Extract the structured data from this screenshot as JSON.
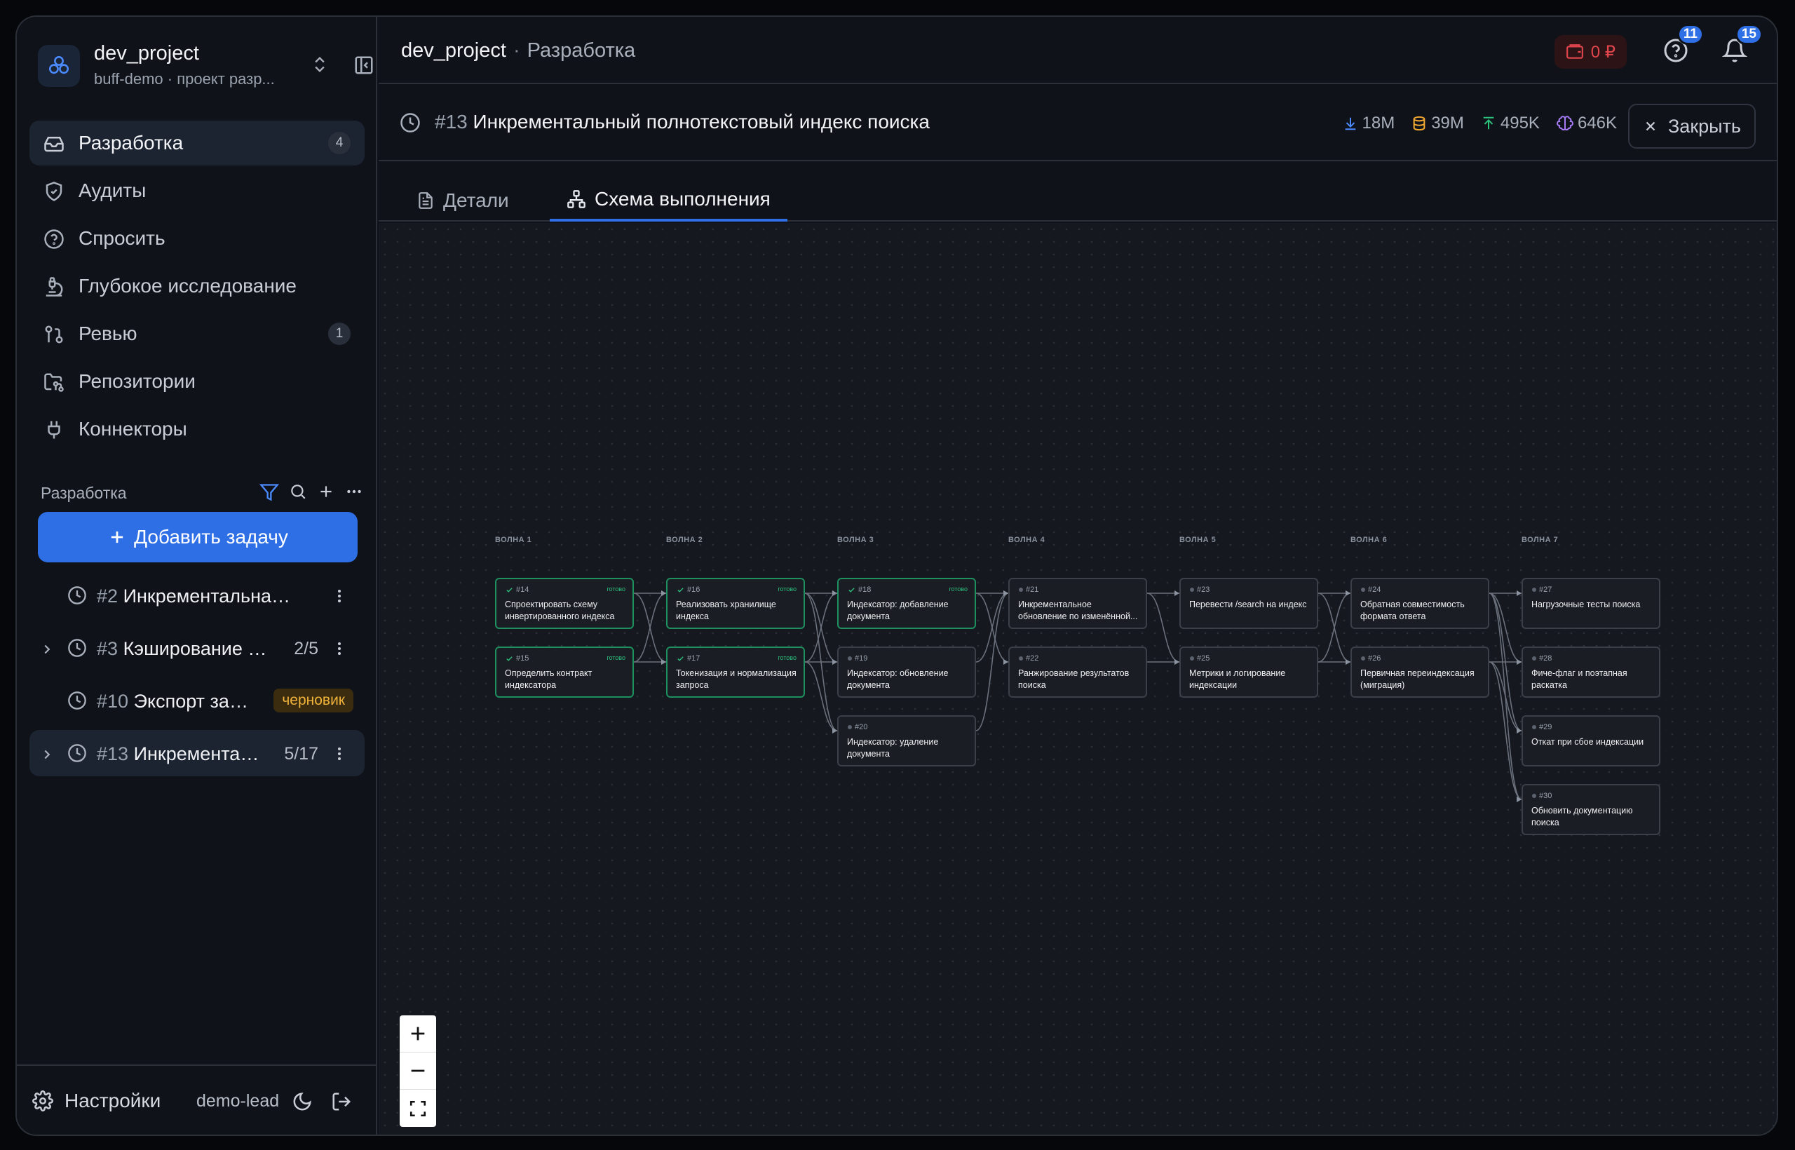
{
  "project": {
    "name": "dev_project",
    "subtitle": "buff-demo · проект разр..."
  },
  "nav": [
    {
      "label": "Разработка",
      "badge": "4"
    },
    {
      "label": "Аудиты",
      "badge": ""
    },
    {
      "label": "Спросить",
      "badge": ""
    },
    {
      "label": "Глубокое исследование",
      "badge": ""
    },
    {
      "label": "Ревью",
      "badge": "1"
    },
    {
      "label": "Репозитории",
      "badge": ""
    },
    {
      "label": "Коннекторы",
      "badge": ""
    }
  ],
  "section": {
    "title": "Разработка",
    "add_label": "Добавить задачу"
  },
  "tasks": [
    {
      "num": "#2",
      "title": "Инкрементальная и...",
      "count": "",
      "tag": ""
    },
    {
      "num": "#3",
      "title": "Кэширование отв...",
      "count": "2/5",
      "tag": ""
    },
    {
      "num": "#10",
      "title": "Экспорт зам...",
      "count": "",
      "tag": "черновик"
    },
    {
      "num": "#13",
      "title": "Инкременталь...",
      "count": "5/17",
      "tag": ""
    }
  ],
  "footer": {
    "settings": "Настройки",
    "user": "demo-lead"
  },
  "topbar": {
    "project": "dev_project",
    "sep": "·",
    "page": "Разработка",
    "money": "0 ₽",
    "help_badge": "11",
    "notif_badge": "15"
  },
  "task": {
    "num": "#13",
    "title": "Инкрементальный полнотекстовый индекс поиска",
    "stats": {
      "down": "18M",
      "db": "39M",
      "up": "495K",
      "brain": "646K"
    },
    "close": "Закрыть"
  },
  "tabs": {
    "details": "Детали",
    "schema": "Схема выполнения"
  },
  "colors": {
    "accent": "#2f6fe6",
    "done": "#1e8f5e",
    "danger": "#e0454c",
    "draft": "#f0b23a"
  },
  "graph": {
    "waves": [
      "ВОЛНА 1",
      "ВОЛНА 2",
      "ВОЛНА 3",
      "ВОЛНА 4",
      "ВОЛНА 5",
      "ВОЛНА 6",
      "ВОЛНА 7"
    ],
    "nodes": [
      {
        "id": "#14",
        "title": "Спроектировать схему инвертированного индекса",
        "wave": 1,
        "row": 0,
        "status": "готово"
      },
      {
        "id": "#15",
        "title": "Определить контракт индексатора",
        "wave": 1,
        "row": 1,
        "status": "готово"
      },
      {
        "id": "#16",
        "title": "Реализовать хранилище индекса",
        "wave": 2,
        "row": 0,
        "status": "готово"
      },
      {
        "id": "#17",
        "title": "Токенизация и нормализация запроса",
        "wave": 2,
        "row": 1,
        "status": "готово"
      },
      {
        "id": "#18",
        "title": "Индексатор: добавление документа",
        "wave": 3,
        "row": 0,
        "status": "готово"
      },
      {
        "id": "#19",
        "title": "Индексатор: обновление документа",
        "wave": 3,
        "row": 1,
        "status": ""
      },
      {
        "id": "#20",
        "title": "Индексатор: удаление документа",
        "wave": 3,
        "row": 2,
        "status": ""
      },
      {
        "id": "#21",
        "title": "Инкрементальное обновление по изменённой...",
        "wave": 4,
        "row": 0,
        "status": ""
      },
      {
        "id": "#22",
        "title": "Ранжирование результатов поиска",
        "wave": 4,
        "row": 1,
        "status": ""
      },
      {
        "id": "#23",
        "title": "Перевести /search на индекс",
        "wave": 5,
        "row": 0,
        "status": ""
      },
      {
        "id": "#25",
        "title": "Метрики и логирование индексации",
        "wave": 5,
        "row": 1,
        "status": ""
      },
      {
        "id": "#24",
        "title": "Обратная совместимость формата ответа",
        "wave": 6,
        "row": 0,
        "status": ""
      },
      {
        "id": "#26",
        "title": "Первичная переиндексация (миграция)",
        "wave": 6,
        "row": 1,
        "status": ""
      },
      {
        "id": "#27",
        "title": "Нагрузочные тесты поиска",
        "wave": 7,
        "row": 0,
        "status": ""
      },
      {
        "id": "#28",
        "title": "Фиче-флаг и поэтапная раскатка",
        "wave": 7,
        "row": 1,
        "status": ""
      },
      {
        "id": "#29",
        "title": "Откат при сбое индексации",
        "wave": 7,
        "row": 2,
        "status": ""
      },
      {
        "id": "#30",
        "title": "Обновить документацию поиска",
        "wave": 7,
        "row": 3,
        "status": ""
      }
    ],
    "edges": [
      [
        "#14",
        "#16"
      ],
      [
        "#14",
        "#17"
      ],
      [
        "#15",
        "#16"
      ],
      [
        "#15",
        "#17"
      ],
      [
        "#16",
        "#18"
      ],
      [
        "#16",
        "#19"
      ],
      [
        "#16",
        "#20"
      ],
      [
        "#17",
        "#18"
      ],
      [
        "#17",
        "#19"
      ],
      [
        "#17",
        "#20"
      ],
      [
        "#18",
        "#21"
      ],
      [
        "#18",
        "#22"
      ],
      [
        "#19",
        "#21"
      ],
      [
        "#20",
        "#21"
      ],
      [
        "#21",
        "#23"
      ],
      [
        "#21",
        "#25"
      ],
      [
        "#22",
        "#25"
      ],
      [
        "#23",
        "#24"
      ],
      [
        "#23",
        "#26"
      ],
      [
        "#25",
        "#24"
      ],
      [
        "#25",
        "#26"
      ],
      [
        "#24",
        "#27"
      ],
      [
        "#24",
        "#28"
      ],
      [
        "#24",
        "#29"
      ],
      [
        "#24",
        "#30"
      ],
      [
        "#26",
        "#28"
      ],
      [
        "#26",
        "#29"
      ],
      [
        "#26",
        "#30"
      ]
    ]
  }
}
